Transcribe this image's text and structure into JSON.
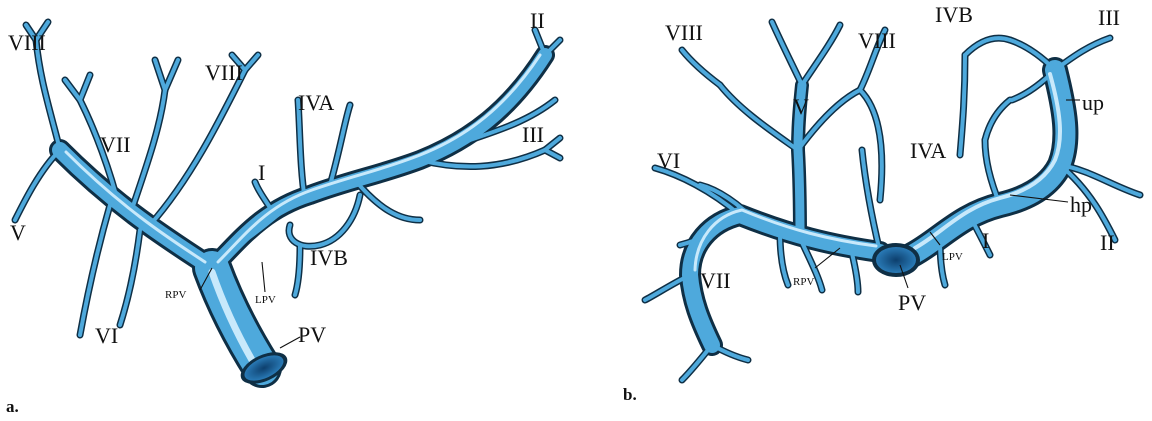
{
  "panel_a": {
    "letter": "a.",
    "labels": {
      "viii_left": "VIII",
      "viii_mid": "VIII",
      "vii": "VII",
      "v": "V",
      "vi": "VI",
      "iva": "IVA",
      "i": "I",
      "ii": "II",
      "iii": "III",
      "ivb": "IVB",
      "rpv": "RPV",
      "lpv": "LPV",
      "pv": "PV"
    }
  },
  "panel_b": {
    "letter": "b.",
    "labels": {
      "viii_left": "VIII",
      "viii_right": "VIII",
      "v": "V",
      "vi": "VI",
      "vii": "VII",
      "ivb": "IVB",
      "iii": "III",
      "up": "up",
      "iva": "IVA",
      "hp": "hp",
      "i": "I",
      "ii": "II",
      "rpv": "RPV",
      "lpv": "LPV",
      "pv": "PV"
    }
  },
  "colors": {
    "vein_outline": "#0f2f45",
    "vein_fill": "#4ea9dc",
    "vein_highlight": "#c8e9fb",
    "lumen": "#1d5f93"
  }
}
